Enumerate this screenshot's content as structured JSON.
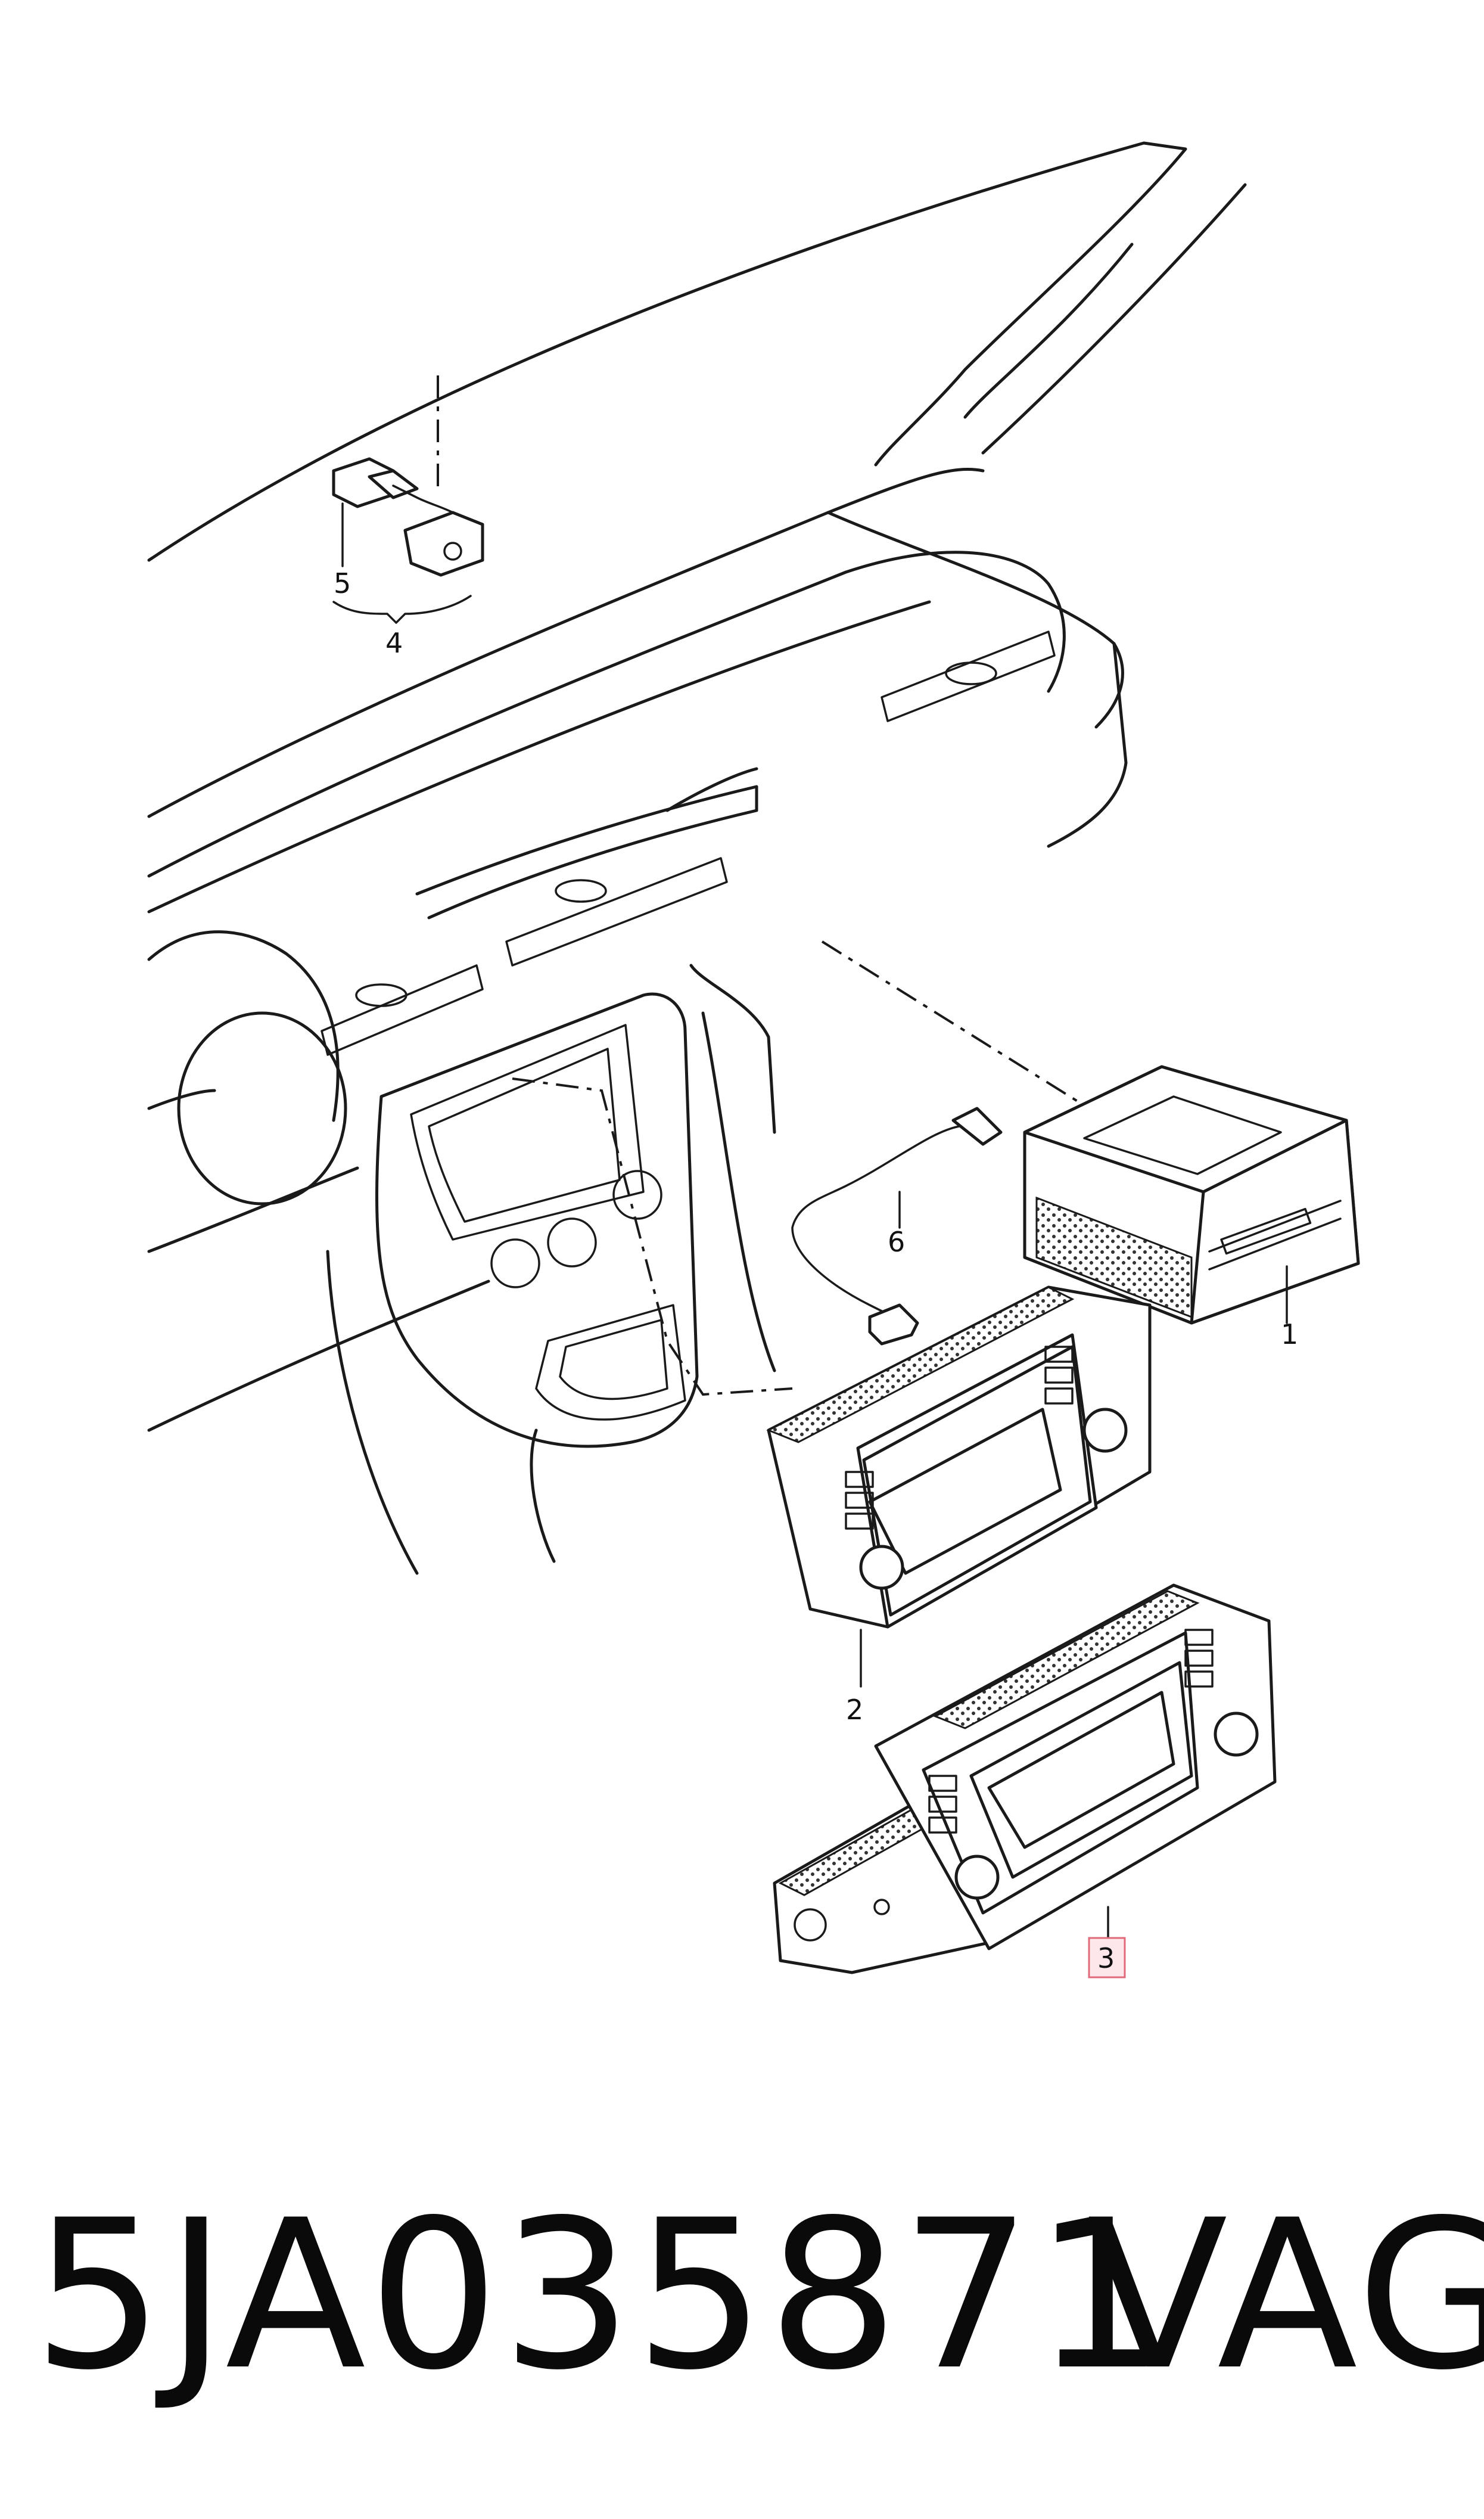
{
  "callouts": {
    "c1": "1",
    "c2": "2",
    "c3": "3",
    "c4": "4",
    "c5": "5",
    "c6": "6"
  },
  "highlight_color": "#e06a7a",
  "footer": {
    "part_number": "5JA035871",
    "brand": "VAG"
  }
}
